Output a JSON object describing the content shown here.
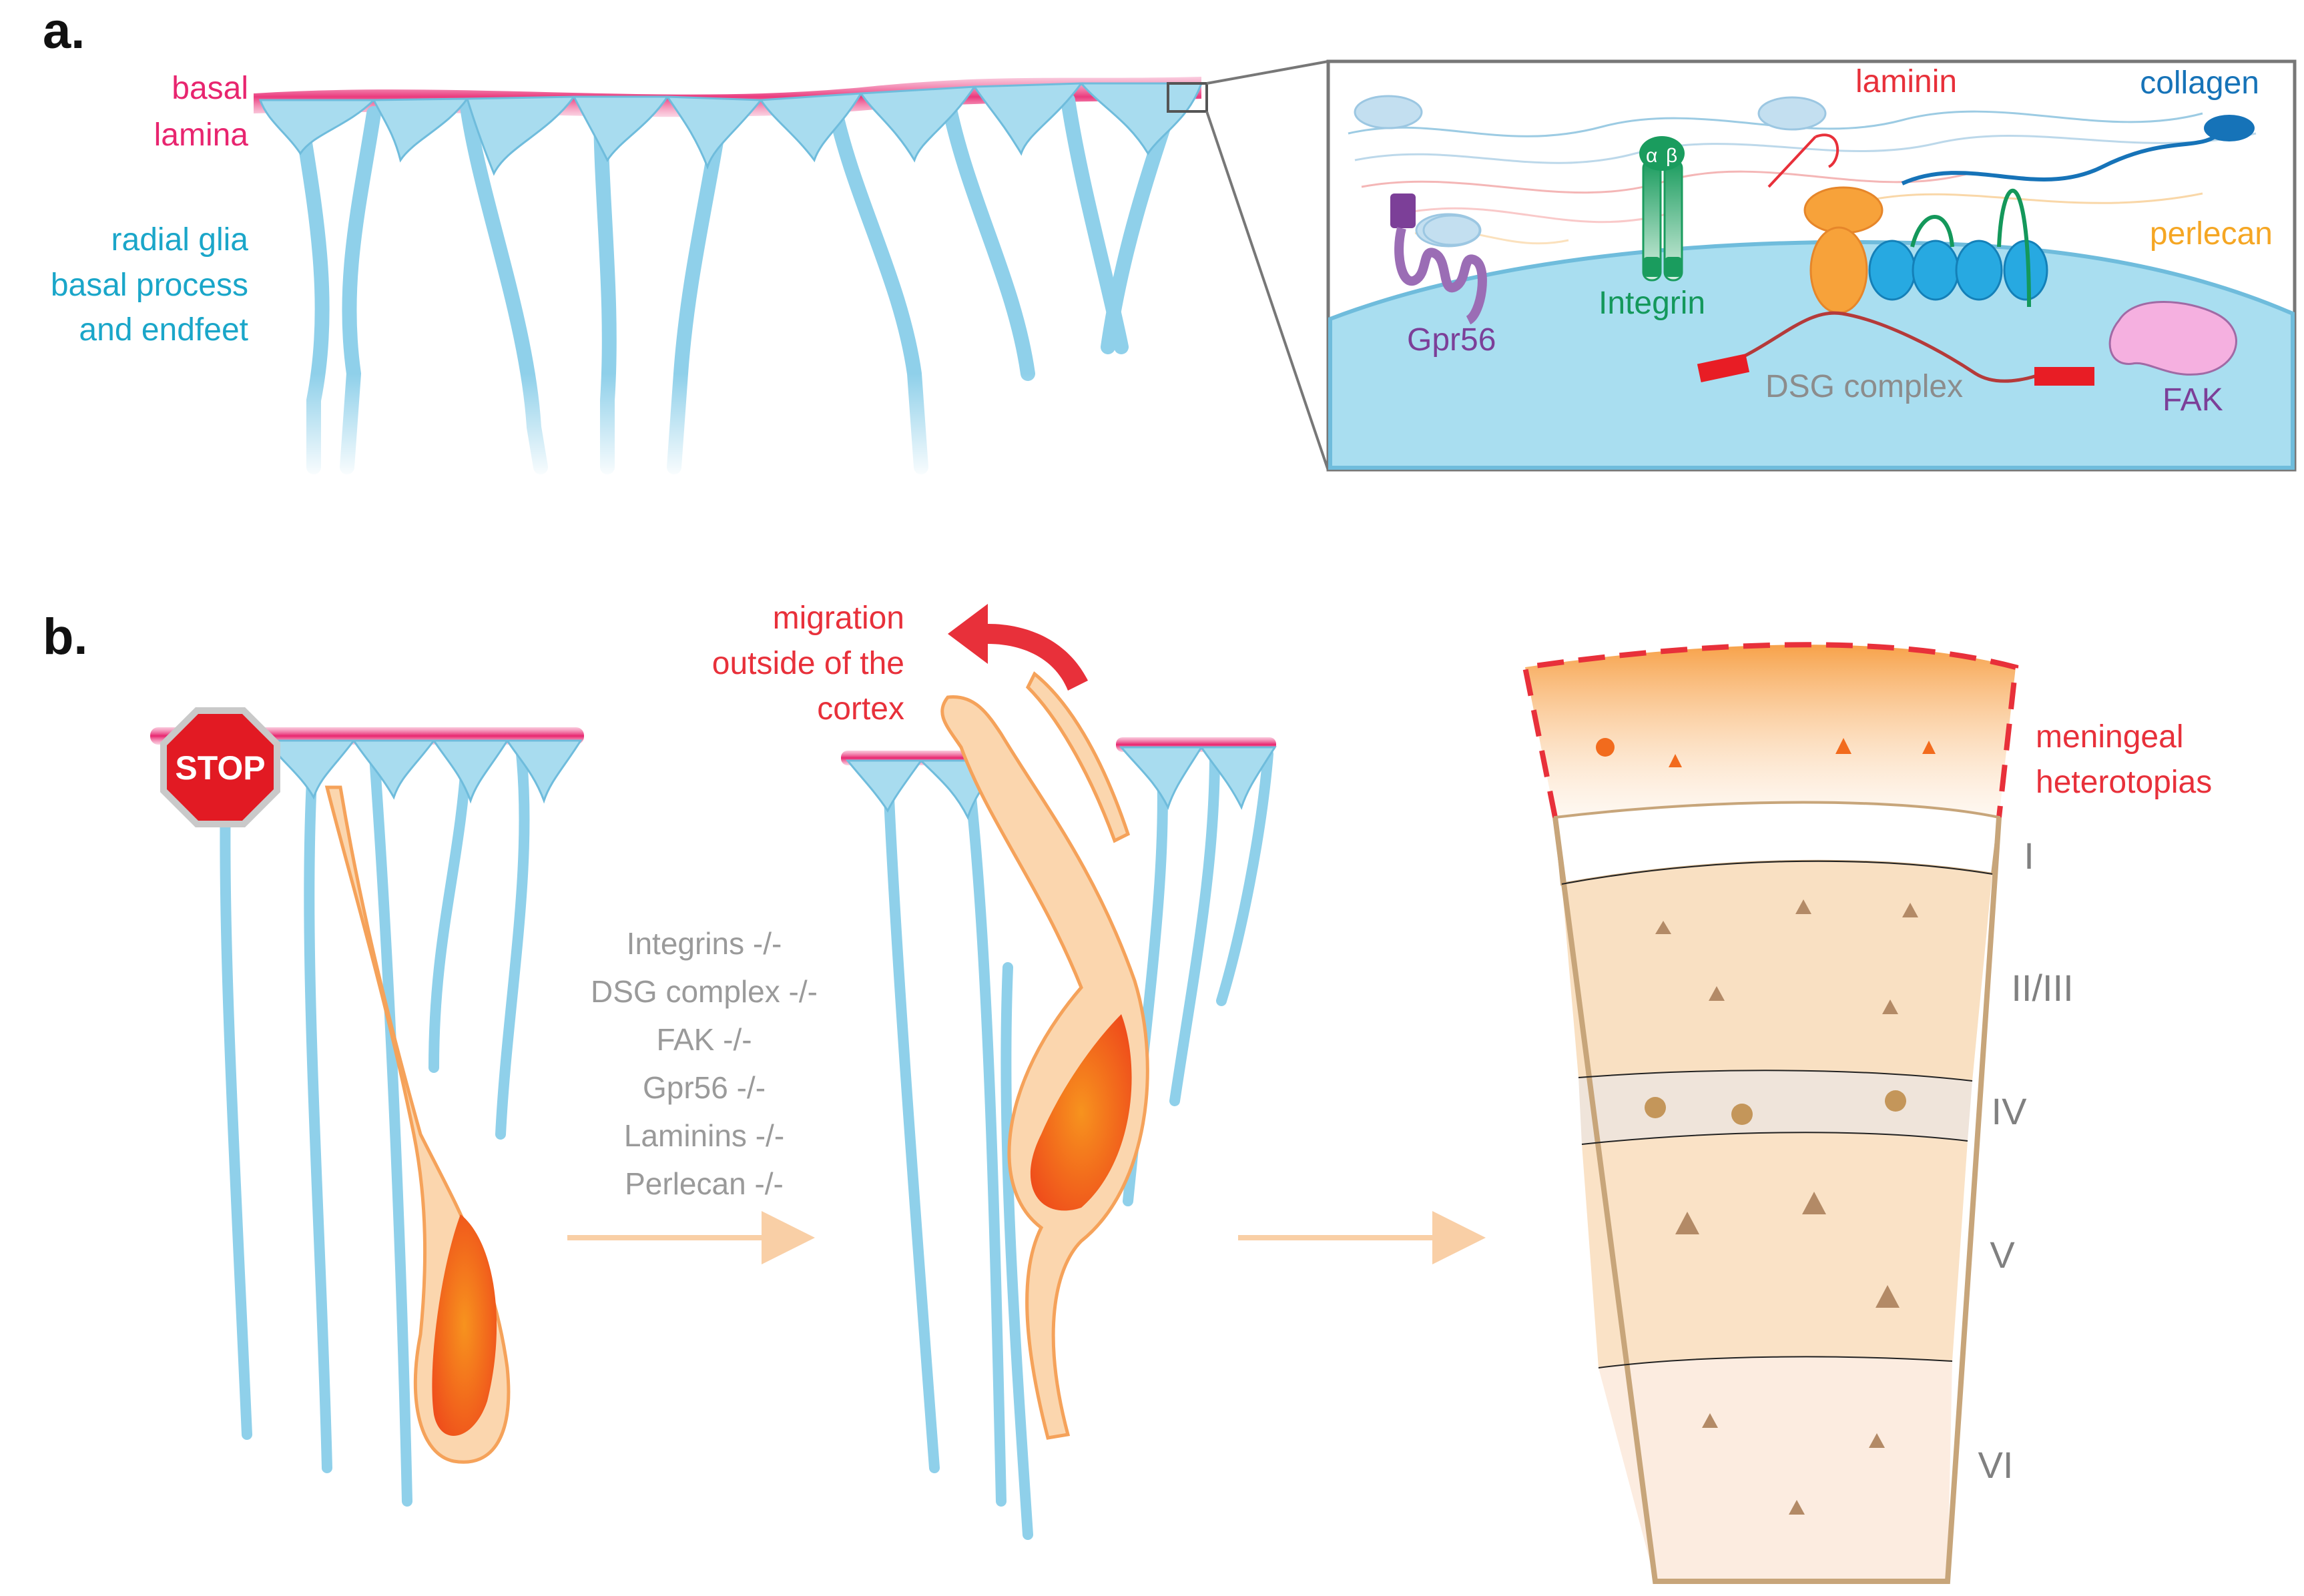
{
  "panel_a": {
    "letter": "a.",
    "basal_lamina": [
      "basal",
      "lamina"
    ],
    "radial_glia": [
      "radial glia",
      "basal process",
      "and endfeet"
    ],
    "inset": {
      "laminin": "laminin",
      "collagen": "collagen",
      "perlecan": "perlecan",
      "integrin": "Integrin",
      "integrin_alpha": "α",
      "integrin_beta": "β",
      "gpr56": "Gpr56",
      "dsg_complex": "DSG complex",
      "fak": "FAK"
    }
  },
  "panel_b": {
    "letter": "b.",
    "stop": "STOP",
    "migration": [
      "migration",
      "outside of the",
      "cortex"
    ],
    "mutants": [
      "Integrins -/-",
      "DSG complex -/-",
      "FAK -/-",
      "Gpr56 -/-",
      "Laminins -/-",
      "Perlecan -/-"
    ],
    "heterotopias": [
      "meningeal",
      "heterotopias"
    ],
    "layers": [
      "I",
      "II/III",
      "IV",
      "V",
      "VI"
    ]
  },
  "colors": {
    "glia": "#a8dcef",
    "glia_stroke": "#7fc4e0",
    "lamina": "#e8256f",
    "neuron": "#f9d3a8",
    "neuron_core": "#f26b1d",
    "label_red": "#e8303a",
    "label_cyan": "#1aa6c9",
    "label_gray": "#9a9a9a",
    "integrin_green": "#14985b",
    "gpr56_purple": "#7c3f98",
    "collagen_blue": "#1673b8",
    "perlecan_orange": "#f5a623"
  }
}
